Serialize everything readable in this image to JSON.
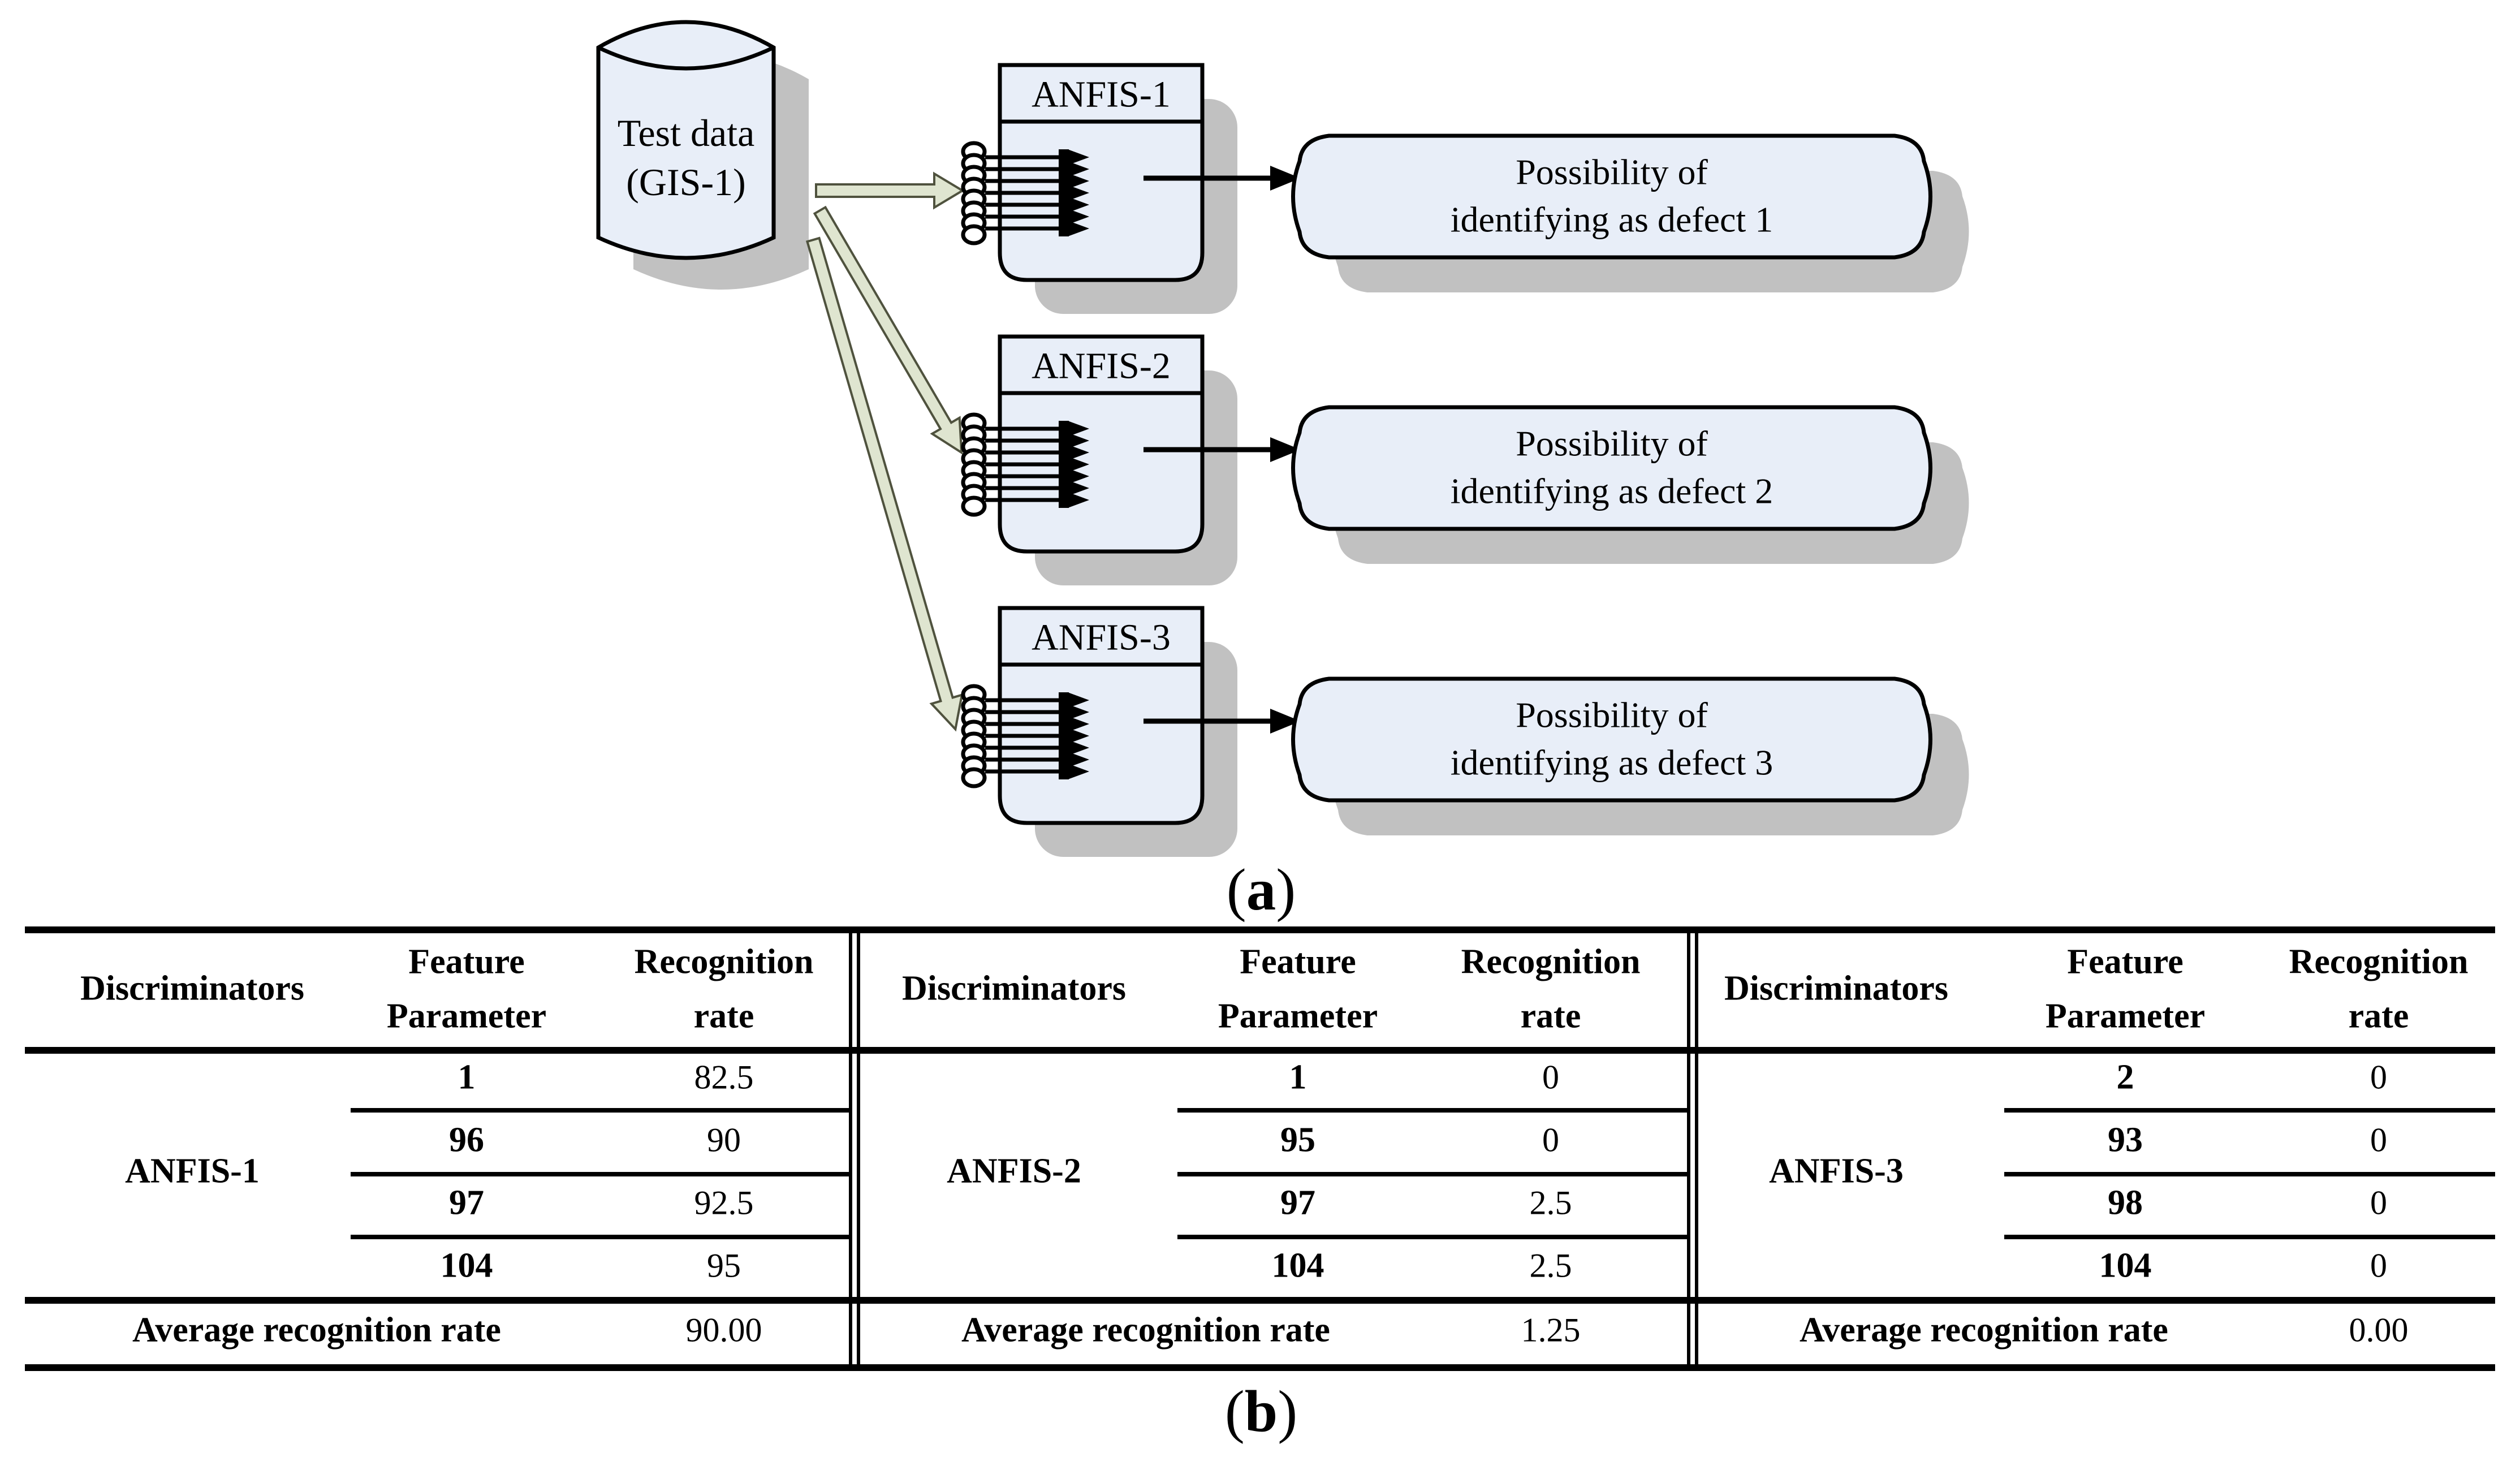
{
  "diagram": {
    "cylinder": {
      "line1": "Test data",
      "line2": "(GIS-1)"
    },
    "anfis_units": [
      {
        "title": "ANFIS-1",
        "output": {
          "line1": "Possibility of",
          "line2": "identifying as defect 1"
        }
      },
      {
        "title": "ANFIS-2",
        "output": {
          "line1": "Possibility of",
          "line2": "identifying as defect 2"
        }
      },
      {
        "title": "ANFIS-3",
        "output": {
          "line1": "Possibility of",
          "line2": "identifying as defect 3"
        }
      }
    ],
    "caption": {
      "open": "(",
      "letter": "a",
      "close": ")"
    }
  },
  "table": {
    "caption": {
      "open": "(",
      "letter": "b",
      "close": ")"
    },
    "sections": [
      {
        "headers": {
          "discriminators": "Discriminators",
          "feature_line1": "Feature",
          "feature_line2": "Parameter",
          "rate_line1": "Recognition",
          "rate_line2": "rate"
        },
        "discriminator": "ANFIS-1",
        "rows": [
          {
            "param": "1",
            "rate": "82.5"
          },
          {
            "param": "96",
            "rate": "90"
          },
          {
            "param": "97",
            "rate": "92.5"
          },
          {
            "param": "104",
            "rate": "95"
          }
        ],
        "average_label": "Average recognition rate",
        "average_value": "90.00"
      },
      {
        "headers": {
          "discriminators": "Discriminators",
          "feature_line1": "Feature",
          "feature_line2": "Parameter",
          "rate_line1": "Recognition",
          "rate_line2": "rate"
        },
        "discriminator": "ANFIS-2",
        "rows": [
          {
            "param": "1",
            "rate": "0"
          },
          {
            "param": "95",
            "rate": "0"
          },
          {
            "param": "97",
            "rate": "2.5"
          },
          {
            "param": "104",
            "rate": "2.5"
          }
        ],
        "average_label": "Average recognition rate",
        "average_value": "1.25"
      },
      {
        "headers": {
          "discriminators": "Discriminators",
          "feature_line1": "Feature",
          "feature_line2": "Parameter",
          "rate_line1": "Recognition",
          "rate_line2": "rate"
        },
        "discriminator": "ANFIS-3",
        "rows": [
          {
            "param": "2",
            "rate": "0"
          },
          {
            "param": "93",
            "rate": "0"
          },
          {
            "param": "98",
            "rate": "0"
          },
          {
            "param": "104",
            "rate": "0"
          }
        ],
        "average_label": "Average recognition rate",
        "average_value": "0.00"
      }
    ]
  },
  "colors": {
    "box_fill": "#e8eef8",
    "shadow": "#c1c1c1",
    "arrow_fill": "#dfe5d0",
    "arrow_stroke": "#4f523e",
    "line_color": "#000000"
  }
}
